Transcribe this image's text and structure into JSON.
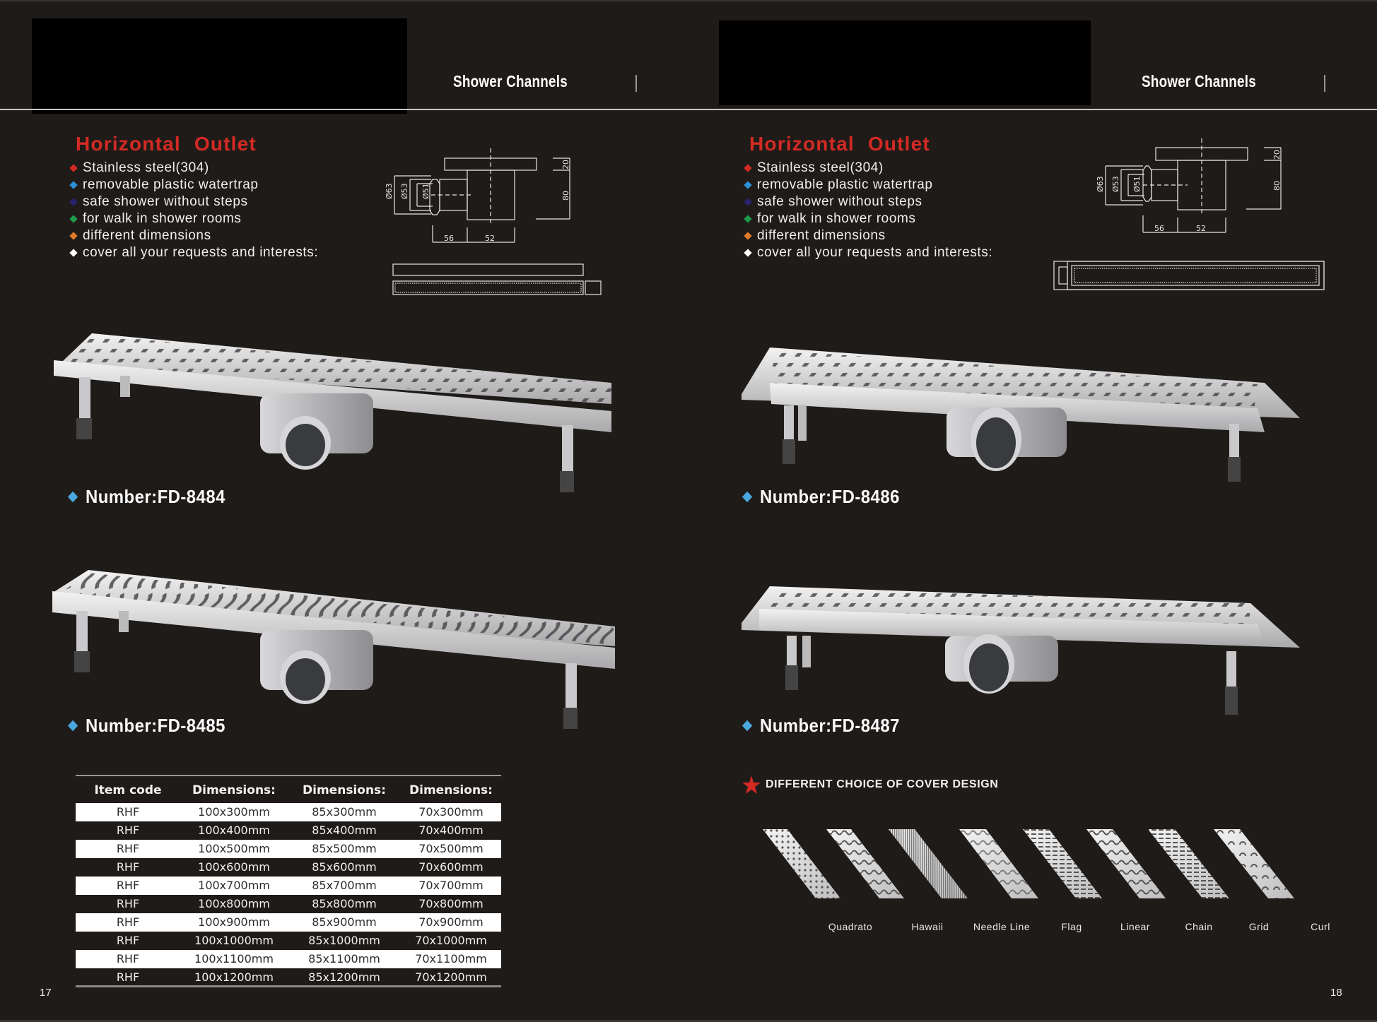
{
  "left_page": {
    "header_title": "Shower Channels",
    "section_title": "Horizontal  Outlet",
    "features": [
      {
        "text": "Stainless steel(304)",
        "bullet_color": "#d42a24"
      },
      {
        "text": "removable plastic watertrap",
        "bullet_color": "#2f8fd6"
      },
      {
        "text": "safe shower without steps",
        "bullet_color": "#2a2470"
      },
      {
        "text": "for walk in shower rooms",
        "bullet_color": "#1f9a4a"
      },
      {
        "text": "different dimensions",
        "bullet_color": "#e07a2a"
      },
      {
        "text": "cover all your requests and interests:",
        "bullet_color": "#ffffff"
      }
    ],
    "drawing": {
      "diameters": [
        "Ø63",
        "Ø53",
        "Ø51"
      ],
      "widths": [
        "56",
        "52"
      ],
      "heights": [
        "20",
        "80"
      ]
    },
    "products": [
      {
        "number": "Number:FD-8484",
        "cover": "square-holes"
      },
      {
        "number": "Number:FD-8485",
        "cover": "wave-slots"
      }
    ],
    "table": {
      "headers": [
        "Item code",
        "Dimensions:",
        "Dimensions:",
        "Dimensions:"
      ],
      "rows": [
        [
          "RHF",
          "100x300mm",
          "85x300mm",
          "70x300mm"
        ],
        [
          "RHF",
          "100x400mm",
          "85x400mm",
          "70x400mm"
        ],
        [
          "RHF",
          "100x500mm",
          "85x500mm",
          "70x500mm"
        ],
        [
          "RHF",
          "100x600mm",
          "85x600mm",
          "70x600mm"
        ],
        [
          "RHF",
          "100x700mm",
          "85x700mm",
          "70x700mm"
        ],
        [
          "RHF",
          "100x800mm",
          "85x800mm",
          "70x800mm"
        ],
        [
          "RHF",
          "100x900mm",
          "85x900mm",
          "70x900mm"
        ],
        [
          "RHF",
          "100x1000mm",
          "85x1000mm",
          "70x1000mm"
        ],
        [
          "RHF",
          "100x1100mm",
          "85x1100mm",
          "70x1100mm"
        ],
        [
          "RHF",
          "100x1200mm",
          "85x1200mm",
          "70x1200mm"
        ]
      ]
    },
    "page_number": "17"
  },
  "right_page": {
    "header_title": "Shower Channels",
    "section_title": "Horizontal  Outlet",
    "features": [
      {
        "text": "Stainless steel(304)",
        "bullet_color": "#d42a24"
      },
      {
        "text": "removable plastic watertrap",
        "bullet_color": "#2f8fd6"
      },
      {
        "text": "safe shower without steps",
        "bullet_color": "#2a2470"
      },
      {
        "text": "for walk in shower rooms",
        "bullet_color": "#1f9a4a"
      },
      {
        "text": "different dimensions",
        "bullet_color": "#e07a2a"
      },
      {
        "text": "cover all your requests and interests:",
        "bullet_color": "#ffffff"
      }
    ],
    "drawing": {
      "diameters": [
        "Ø63",
        "Ø53",
        "Ø51"
      ],
      "widths": [
        "56",
        "52"
      ],
      "heights": [
        "20",
        "80"
      ]
    },
    "products": [
      {
        "number": "Number:FD-8486",
        "cover": "square-holes-flange"
      },
      {
        "number": "Number:FD-8487",
        "cover": "square-holes-flange"
      }
    ],
    "cover_heading": "DIFFERENT CHOICE OF COVER DESIGN",
    "cover_designs": [
      "Quadrato",
      "Hawaii",
      "Needle Line",
      "Flag",
      "Linear",
      "Chain",
      "Grid",
      "Curl"
    ],
    "page_number": "18"
  },
  "colors": {
    "background": "#1f1b19",
    "accent_red": "#d42a24",
    "number_diamond": "#4aa8e0"
  }
}
